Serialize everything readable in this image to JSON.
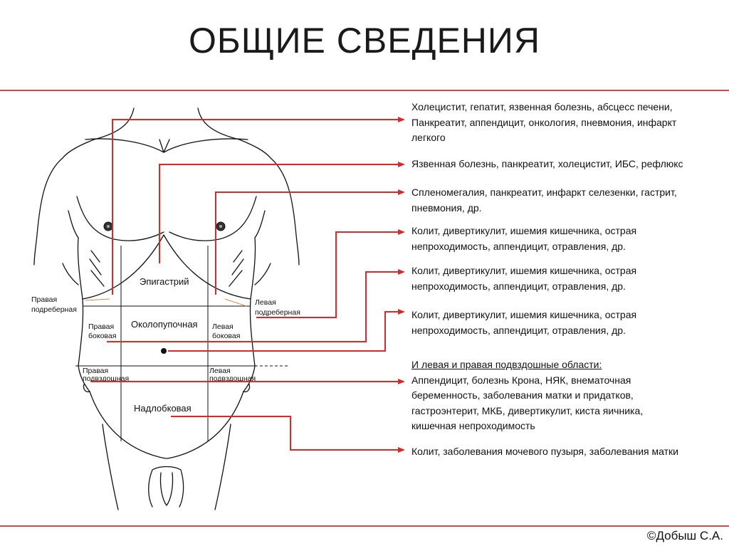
{
  "title": "ОБЩИЕ СВЕДЕНИЯ",
  "colors": {
    "accent": "#c0504d",
    "arrow": "#d72a2a",
    "outline": "#111111"
  },
  "regions": {
    "right_hypochondrium": [
      "Правая",
      "подреберная"
    ],
    "left_hypochondrium": [
      "Левая",
      "подреберная"
    ],
    "epigastric": "Эпигастрий",
    "umbilical": "Околопупочная",
    "right_lateral": [
      "Правая",
      "боковая"
    ],
    "left_lateral": [
      "Левая",
      "боковая"
    ],
    "right_iliac": [
      "Правая",
      "подвздошная"
    ],
    "left_iliac": [
      "Левая",
      "подвздошная"
    ],
    "suprapubic": "Надлобковая"
  },
  "descriptions": [
    {
      "lines": [
        "Холецистит, гепатит, язвенная болезнь, абсцесс печени,",
        "Панкреатит, аппендицит, онкология, пневмония, инфаркт",
        "легкого"
      ]
    },
    {
      "lines": [
        "Язвенная болезнь, панкреатит, холецистит, ИБС, рефлюкс"
      ]
    },
    {
      "lines": [
        "Спленомегалия, панкреатит,  инфаркт селезенки, гастрит,",
        "пневмония, др."
      ]
    },
    {
      "lines": [
        "Колит, дивертикулит, ишемия кишечника, острая",
        "непроходимость, аппендицит, отравления, др."
      ]
    },
    {
      "lines": [
        "Колит, дивертикулит, ишемия кишечника, острая",
        "непроходимость, аппендицит, отравления, др."
      ]
    },
    {
      "lines": [
        "Колит, дивертикулит, ишемия кишечника, острая",
        "непроходимость, аппендицит, отравления, др."
      ]
    },
    {
      "header": "И левая и правая подвздошные области:",
      "lines": [
        "Аппендицит, болезнь Крона, НЯК, внематочная",
        "беременность, заболевания матки и придатков,",
        "гастроэнтерит, МКБ, дивертикулит, киста яичника,",
        "кишечная непроходимость"
      ]
    },
    {
      "lines": [
        "Колит, заболевания мочевого пузыря, заболевания матки"
      ]
    }
  ],
  "copyright": "©Добыш С.А."
}
